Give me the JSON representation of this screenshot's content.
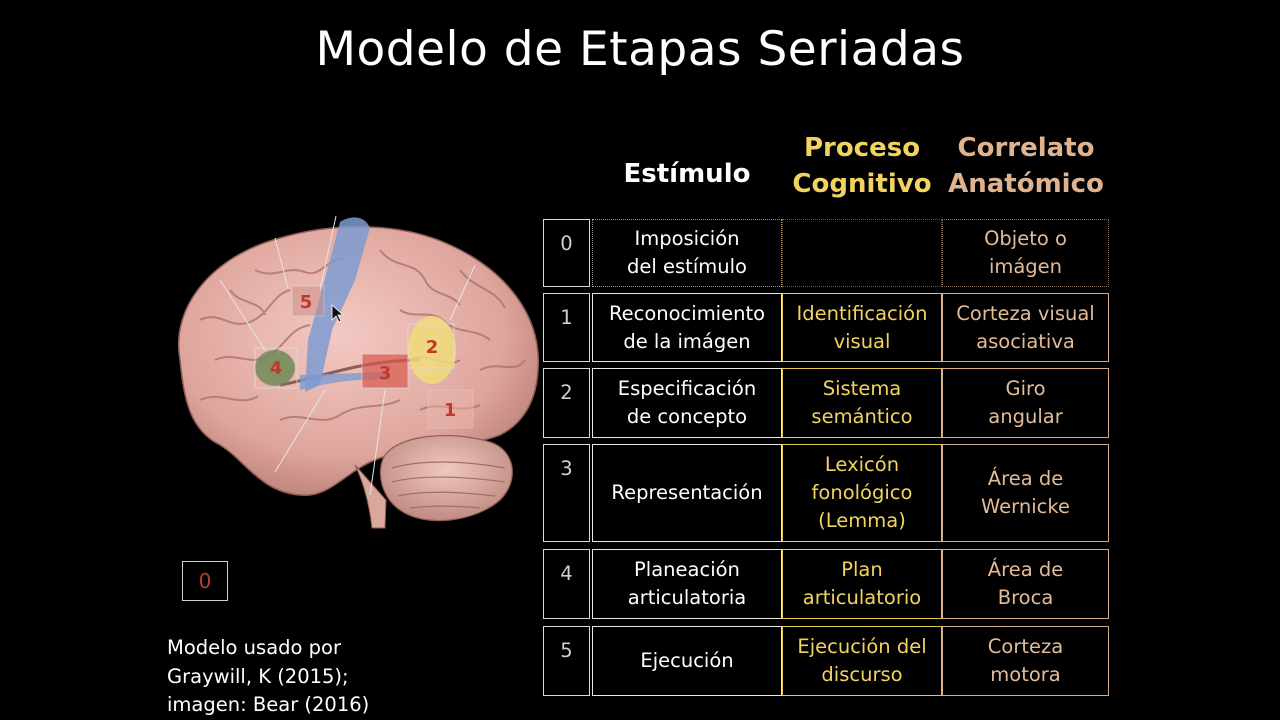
{
  "slide": {
    "title": "Modelo de Etapas Seriadas",
    "headers": {
      "estimulo": "Estímulo",
      "proceso_l1": "Proceso",
      "proceso_l2": "Cognitivo",
      "correlato_l1": "Correlato",
      "correlato_l2": "Anatómico"
    },
    "rows": [
      {
        "num": "0",
        "stim": [
          "Imposición",
          "del estímulo"
        ],
        "proc": [],
        "corr": [
          "Objeto o",
          "imágen"
        ]
      },
      {
        "num": "1",
        "stim": [
          "Reconocimiento",
          "de la imágen"
        ],
        "proc": [
          "Identificación",
          "visual"
        ],
        "corr": [
          "Corteza visual",
          "asociativa"
        ]
      },
      {
        "num": "2",
        "stim": [
          "Especificación",
          "de concepto"
        ],
        "proc": [
          "Sistema",
          "semántico"
        ],
        "corr": [
          "Giro",
          "angular"
        ]
      },
      {
        "num": "3",
        "stim": [
          "Representación"
        ],
        "proc": [
          "Lexicón",
          "fonológico",
          "(Lemma)"
        ],
        "corr": [
          "Área de",
          "Wernicke"
        ]
      },
      {
        "num": "4",
        "stim": [
          "Planeación",
          "articulatoria"
        ],
        "proc": [
          "Plan",
          "articulatorio"
        ],
        "corr": [
          "Área de",
          "Broca"
        ]
      },
      {
        "num": "5",
        "stim": [
          "Ejecución"
        ],
        "proc": [
          "Ejecución del",
          "discurso"
        ],
        "corr": [
          "Corteza",
          "motora"
        ]
      }
    ],
    "brain_labels": [
      "1",
      "2",
      "3",
      "4",
      "5"
    ],
    "zero_box": "0",
    "caption": [
      "Modelo usado por",
      "Graywill, K (2015);",
      "imagen: Bear (2016)"
    ],
    "colors": {
      "background": "#000000",
      "process": "#f2d35f",
      "correlate": "#e0b38f",
      "label_red": "#c0392b"
    }
  }
}
